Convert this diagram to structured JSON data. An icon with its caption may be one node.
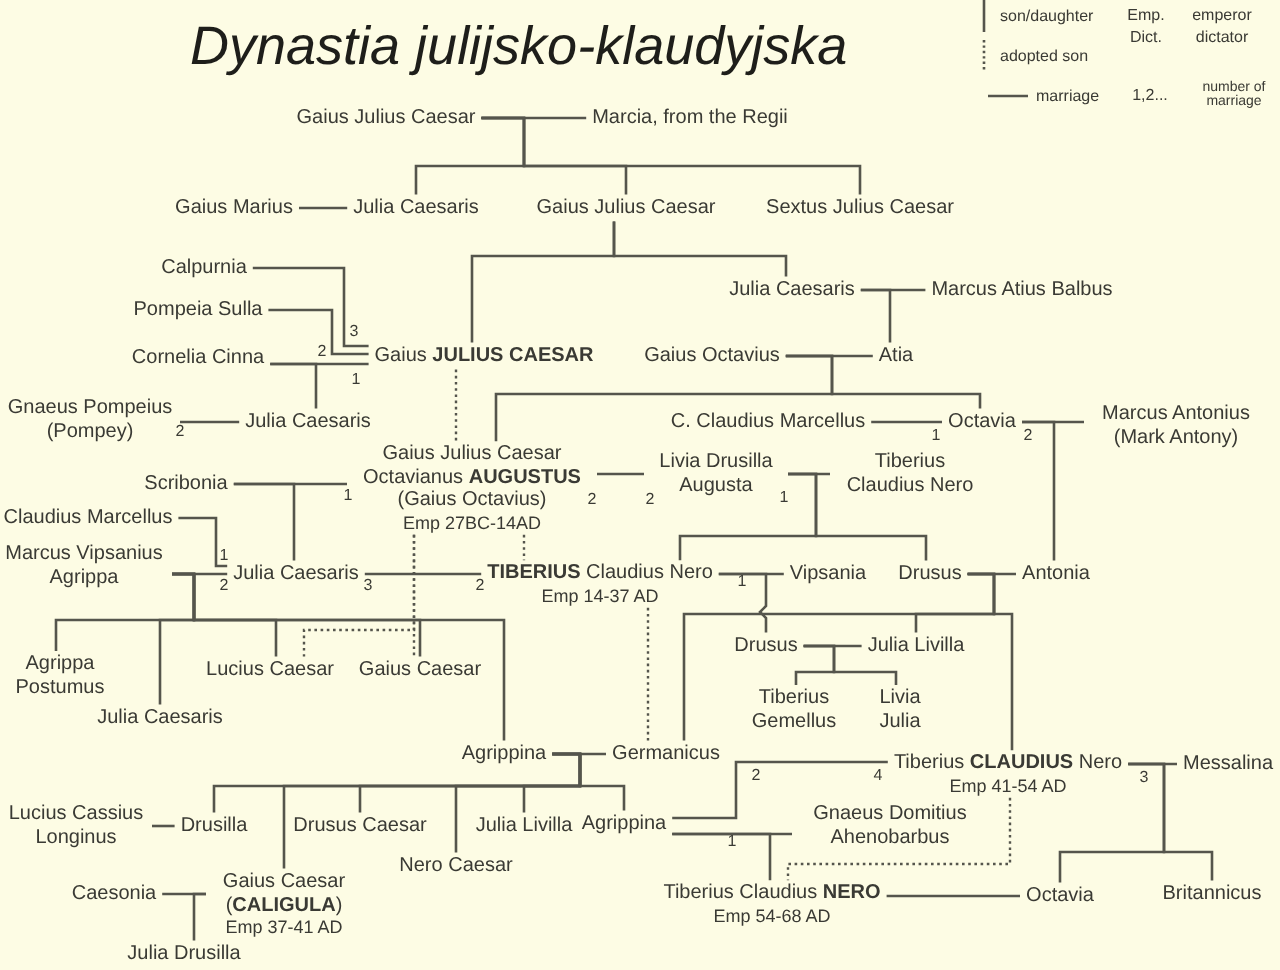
{
  "diagram": {
    "title": "Dynastia julijsko-klaudyjska",
    "nodes": [
      {
        "text": [
          "Gaius Julius Caesar"
        ]
      },
      {
        "text": [
          "Marcia, from the Regii"
        ]
      },
      {
        "text": [
          "Gaius Marius"
        ]
      },
      {
        "text": [
          "Julia Caesaris"
        ]
      },
      {
        "text": [
          "Gaius Julius Caesar"
        ]
      },
      {
        "text": [
          "Sextus Julius Caesar"
        ]
      },
      {
        "text": [
          "Calpurnia"
        ]
      },
      {
        "text": [
          "Pompeia Sulla"
        ]
      },
      {
        "text": [
          "Julia Caesaris"
        ]
      },
      {
        "text": [
          "Marcus Atius Balbus"
        ]
      },
      {
        "text": [
          "Cornelia Cinna"
        ]
      },
      {
        "text": [
          "Gaius **JULIUS CAESAR**"
        ]
      },
      {
        "text": [
          "Gaius Octavius"
        ]
      },
      {
        "text": [
          "Atia"
        ]
      },
      {
        "text": [
          "Gnaeus Pompeius (Pompey)"
        ]
      },
      {
        "text": [
          "Julia Caesaris"
        ]
      },
      {
        "text": [
          "C. Claudius Marcellus"
        ]
      },
      {
        "text": [
          "Octavia"
        ]
      },
      {
        "text": [
          "Marcus Antonius (Mark Antony)"
        ]
      },
      {
        "text": [
          "Gaius Julius Caesar Octavianus **AUGUSTUS** (Gaius Octavius)",
          "Emp 27BC-14AD"
        ]
      },
      {
        "text": [
          "Livia Drusilla Augusta"
        ]
      },
      {
        "text": [
          "Tiberius Claudius Nero"
        ]
      },
      {
        "text": [
          "Scribonia"
        ]
      },
      {
        "text": [
          "Claudius Marcellus"
        ]
      },
      {
        "text": [
          "Marcus Vipsanius Agrippa"
        ]
      },
      {
        "text": [
          "Julia Caesaris"
        ]
      },
      {
        "text": [
          "**TIBERIUS** Claudius Nero",
          "Emp 14-37 AD"
        ]
      },
      {
        "text": [
          "Vipsania"
        ]
      },
      {
        "text": [
          "Drusus"
        ]
      },
      {
        "text": [
          "Antonia"
        ]
      },
      {
        "text": [
          "Agrippa Postumus"
        ]
      },
      {
        "text": [
          "Lucius Caesar"
        ]
      },
      {
        "text": [
          "Gaius Caesar"
        ]
      },
      {
        "text": [
          "Julia Caesaris"
        ]
      },
      {
        "text": [
          "Drusus"
        ]
      },
      {
        "text": [
          "Julia Livilla"
        ]
      },
      {
        "text": [
          "Tiberius Gemellus"
        ]
      },
      {
        "text": [
          "Livia Julia"
        ]
      },
      {
        "text": [
          "Agrippina"
        ]
      },
      {
        "text": [
          "Germanicus"
        ]
      },
      {
        "text": [
          "Tiberius **CLAUDIUS** Nero",
          "Emp 41-54 AD"
        ]
      },
      {
        "text": [
          "Messalina"
        ]
      },
      {
        "text": [
          "Lucius Cassius Longinus"
        ]
      },
      {
        "text": [
          "Drusilla"
        ]
      },
      {
        "text": [
          "Drusus Caesar"
        ]
      },
      {
        "text": [
          "Julia Livilla"
        ]
      },
      {
        "text": [
          "Agrippina"
        ]
      },
      {
        "text": [
          "Gnaeus Domitius Ahenobarbus"
        ]
      },
      {
        "text": [
          "Nero Caesar"
        ]
      },
      {
        "text": [
          "Caesonia"
        ]
      },
      {
        "text": [
          "Gaius Caesar (**CALIGULA**)",
          "Emp 37-41 AD"
        ]
      },
      {
        "text": [
          "Tiberius Claudius **NERO**",
          "Emp 54-68 AD"
        ]
      },
      {
        "text": [
          "Octavia"
        ]
      },
      {
        "text": [
          "Britannicus"
        ]
      },
      {
        "text": [
          "Julia Drusilla"
        ]
      }
    ],
    "edges": [
      {
        "from": 0,
        "to": 1,
        "arrow": "none"
      },
      {
        "from": 2,
        "to": 3,
        "arrow": "none"
      },
      {
        "from": 6,
        "to": 11,
        "arrow": "none"
      },
      {
        "from": 7,
        "to": 11,
        "arrow": "none"
      },
      {
        "from": 10,
        "to": 11,
        "arrow": "none"
      },
      {
        "from": 8,
        "to": 9,
        "arrow": "none"
      },
      {
        "from": 12,
        "to": 13,
        "arrow": "none"
      },
      {
        "from": 14,
        "to": 15,
        "arrow": "none"
      },
      {
        "from": 16,
        "to": 17,
        "arrow": "none"
      },
      {
        "from": 17,
        "to": 18,
        "arrow": "none"
      },
      {
        "from": 19,
        "to": 20,
        "arrow": "none"
      },
      {
        "from": 20,
        "to": 21,
        "arrow": "none"
      },
      {
        "from": 22,
        "to": 19,
        "arrow": "none"
      },
      {
        "from": 23,
        "to": 25,
        "arrow": "none"
      },
      {
        "from": 24,
        "to": 25,
        "arrow": "none"
      },
      {
        "from": 25,
        "to": 26,
        "arrow": "none"
      },
      {
        "from": 26,
        "to": 27,
        "arrow": "none"
      },
      {
        "from": 28,
        "to": 29,
        "arrow": "none"
      },
      {
        "from": 34,
        "to": 35,
        "arrow": "none"
      },
      {
        "from": 38,
        "to": 39,
        "arrow": "none"
      },
      {
        "from": 42,
        "to": 43,
        "arrow": "none"
      },
      {
        "from": 49,
        "to": 50,
        "arrow": "none"
      },
      {
        "from": 46,
        "to": 40,
        "arrow": "none"
      },
      {
        "from": 46,
        "to": 47,
        "arrow": "none"
      },
      {
        "from": 51,
        "to": 52,
        "arrow": "none"
      },
      {
        "from": 40,
        "to": 41,
        "arrow": "none"
      },
      {
        "from": 0,
        "to": 3,
        "arrow": "none"
      },
      {
        "from": 0,
        "to": 4,
        "arrow": "none"
      },
      {
        "from": 0,
        "to": 5,
        "arrow": "none"
      },
      {
        "from": 4,
        "to": 11,
        "arrow": "none"
      },
      {
        "from": 4,
        "to": 8,
        "arrow": "none"
      },
      {
        "from": 8,
        "to": 13,
        "arrow": "none"
      },
      {
        "from": 12,
        "to": 19,
        "arrow": "none"
      },
      {
        "from": 12,
        "to": 17,
        "arrow": "none"
      },
      {
        "from": 10,
        "to": 15,
        "arrow": "none"
      },
      {
        "from": 17,
        "to": 29,
        "arrow": "none"
      },
      {
        "from": 22,
        "to": 25,
        "arrow": "none"
      },
      {
        "from": 20,
        "to": 26,
        "arrow": "none"
      },
      {
        "from": 20,
        "to": 28,
        "arrow": "none"
      },
      {
        "from": 24,
        "to": 30,
        "arrow": "none"
      },
      {
        "from": 24,
        "to": 33,
        "arrow": "none"
      },
      {
        "from": 24,
        "to": 31,
        "arrow": "none"
      },
      {
        "from": 24,
        "to": 32,
        "arrow": "none"
      },
      {
        "from": 24,
        "to": 38,
        "arrow": "none"
      },
      {
        "from": 26,
        "to": 34,
        "arrow": "none"
      },
      {
        "from": 28,
        "to": 39,
        "arrow": "none"
      },
      {
        "from": 28,
        "to": 35,
        "arrow": "none"
      },
      {
        "from": 28,
        "to": 40,
        "arrow": "none"
      },
      {
        "from": 34,
        "to": 36,
        "arrow": "none"
      },
      {
        "from": 34,
        "to": 37,
        "arrow": "none"
      },
      {
        "from": 38,
        "to": 43,
        "arrow": "none"
      },
      {
        "from": 38,
        "to": 50,
        "arrow": "none"
      },
      {
        "from": 38,
        "to": 44,
        "arrow": "none"
      },
      {
        "from": 38,
        "to": 48,
        "arrow": "none"
      },
      {
        "from": 38,
        "to": 45,
        "arrow": "none"
      },
      {
        "from": 38,
        "to": 46,
        "arrow": "none"
      },
      {
        "from": 50,
        "to": 54,
        "arrow": "none"
      },
      {
        "from": 46,
        "to": 51,
        "arrow": "none"
      },
      {
        "from": 40,
        "to": 52,
        "arrow": "none"
      },
      {
        "from": 40,
        "to": 53,
        "arrow": "none"
      },
      {
        "from": 11,
        "to": 19,
        "arrow": "none",
        "style": "dashed"
      },
      {
        "from": 19,
        "to": 26,
        "arrow": "none",
        "style": "dashed"
      },
      {
        "from": 19,
        "to": 31,
        "arrow": "none",
        "style": "dashed"
      },
      {
        "from": 19,
        "to": 32,
        "arrow": "none",
        "style": "dashed"
      },
      {
        "from": 26,
        "to": 39,
        "arrow": "none",
        "style": "dashed"
      },
      {
        "from": 40,
        "to": 51,
        "arrow": "none",
        "style": "dashed"
      }
    ],
    "labels": [
      "Emp.",
      "emperor",
      "Dict.",
      "dictator",
      "1,2...",
      "number of marriage",
      "3",
      "2",
      "1",
      "2",
      "1",
      "2",
      "1",
      "2",
      "2",
      "1",
      "1",
      "2",
      "3",
      "2",
      "1",
      "2",
      "4",
      "1",
      "3"
    ],
    "legend": [
      {
        "text": "son/daughter"
      },
      {
        "text": "adopted son"
      },
      {
        "text": "marriage"
      }
    ]
  }
}
